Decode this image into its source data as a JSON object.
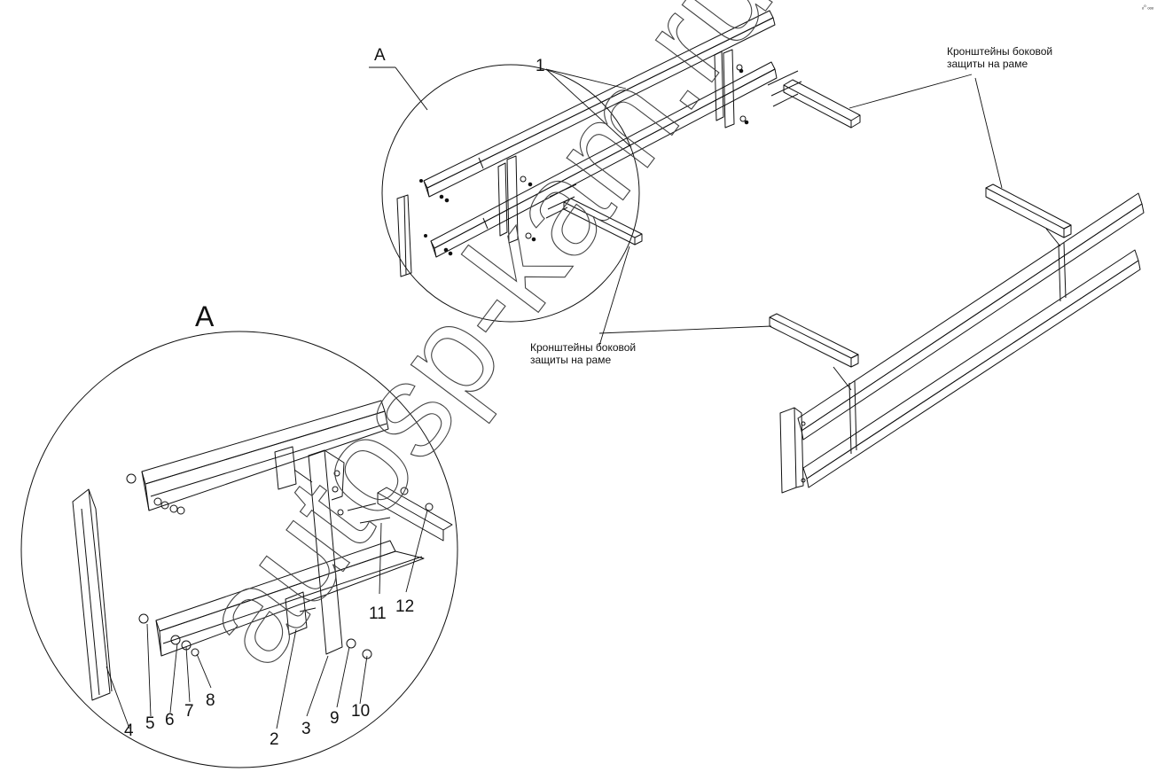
{
  "labels": {
    "detail_a_small": "A",
    "detail_a_large": "A",
    "caption_top": [
      "Кронштейны боковой",
      "защиты на раме"
    ],
    "caption_mid": [
      "Кронштейны боковой",
      "защиты на раме"
    ],
    "corner_mark": "ₒ⁰ ₒₒₒ"
  },
  "callouts": [
    {
      "id": "1",
      "text": "1"
    },
    {
      "id": "2",
      "text": "2"
    },
    {
      "id": "3",
      "text": "3"
    },
    {
      "id": "4",
      "text": "4"
    },
    {
      "id": "5",
      "text": "5"
    },
    {
      "id": "6",
      "text": "6"
    },
    {
      "id": "7",
      "text": "7"
    },
    {
      "id": "8",
      "text": "8"
    },
    {
      "id": "9",
      "text": "9"
    },
    {
      "id": "10",
      "text": "10"
    },
    {
      "id": "11",
      "text": "11"
    },
    {
      "id": "12",
      "text": "12"
    }
  ],
  "watermark": "autosp-kam.ru"
}
